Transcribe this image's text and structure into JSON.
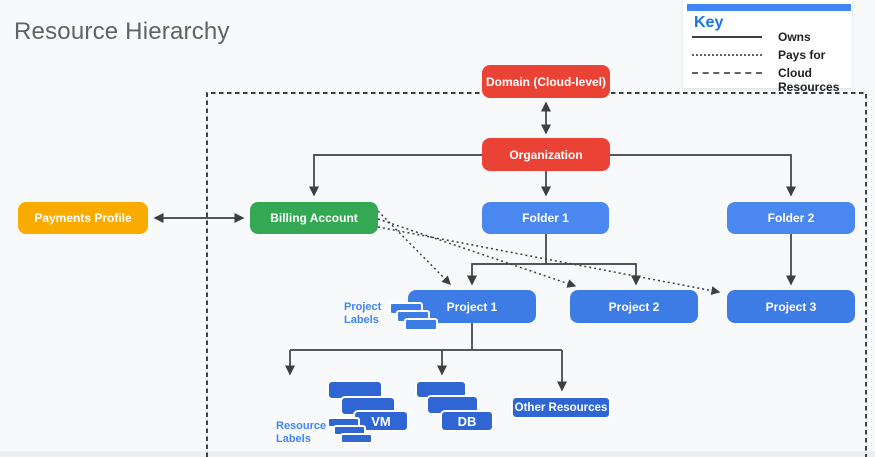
{
  "page": {
    "title": "Resource Hierarchy"
  },
  "key": {
    "title": "Key",
    "accent_bar_color": "#4285F4",
    "items": [
      {
        "line_style": "solid",
        "label": "Owns"
      },
      {
        "line_style": "dotted",
        "label": "Pays for"
      },
      {
        "line_style": "dashed",
        "label": "Cloud Resources"
      }
    ]
  },
  "nodes": {
    "payments_profile": {
      "label": "Payments Profile",
      "color": "#F9AB00"
    },
    "domain": {
      "label": "Domain (Cloud-level)",
      "color": "#EA4335"
    },
    "organization": {
      "label": "Organization",
      "color": "#EA4335"
    },
    "billing_account": {
      "label": "Billing Account",
      "color": "#34A853"
    },
    "folder_1": {
      "label": "Folder 1",
      "color": "#4A87EE"
    },
    "folder_2": {
      "label": "Folder 2",
      "color": "#4A87EE"
    },
    "project_1": {
      "label": "Project 1",
      "color": "#3D7BE5"
    },
    "project_2": {
      "label": "Project 2",
      "color": "#3D7BE5"
    },
    "project_3": {
      "label": "Project 3",
      "color": "#3D7BE5"
    },
    "vm": {
      "label": "VM",
      "color": "#2F66D4"
    },
    "db": {
      "label": "DB",
      "color": "#2F66D4"
    },
    "other_resources": {
      "label": "Other Resources",
      "color": "#2F66D4"
    }
  },
  "annotations": {
    "project_labels": "Project Labels",
    "resource_labels": "Resource Labels",
    "label_color": "#4285F4"
  },
  "line_color": "#3C4043"
}
